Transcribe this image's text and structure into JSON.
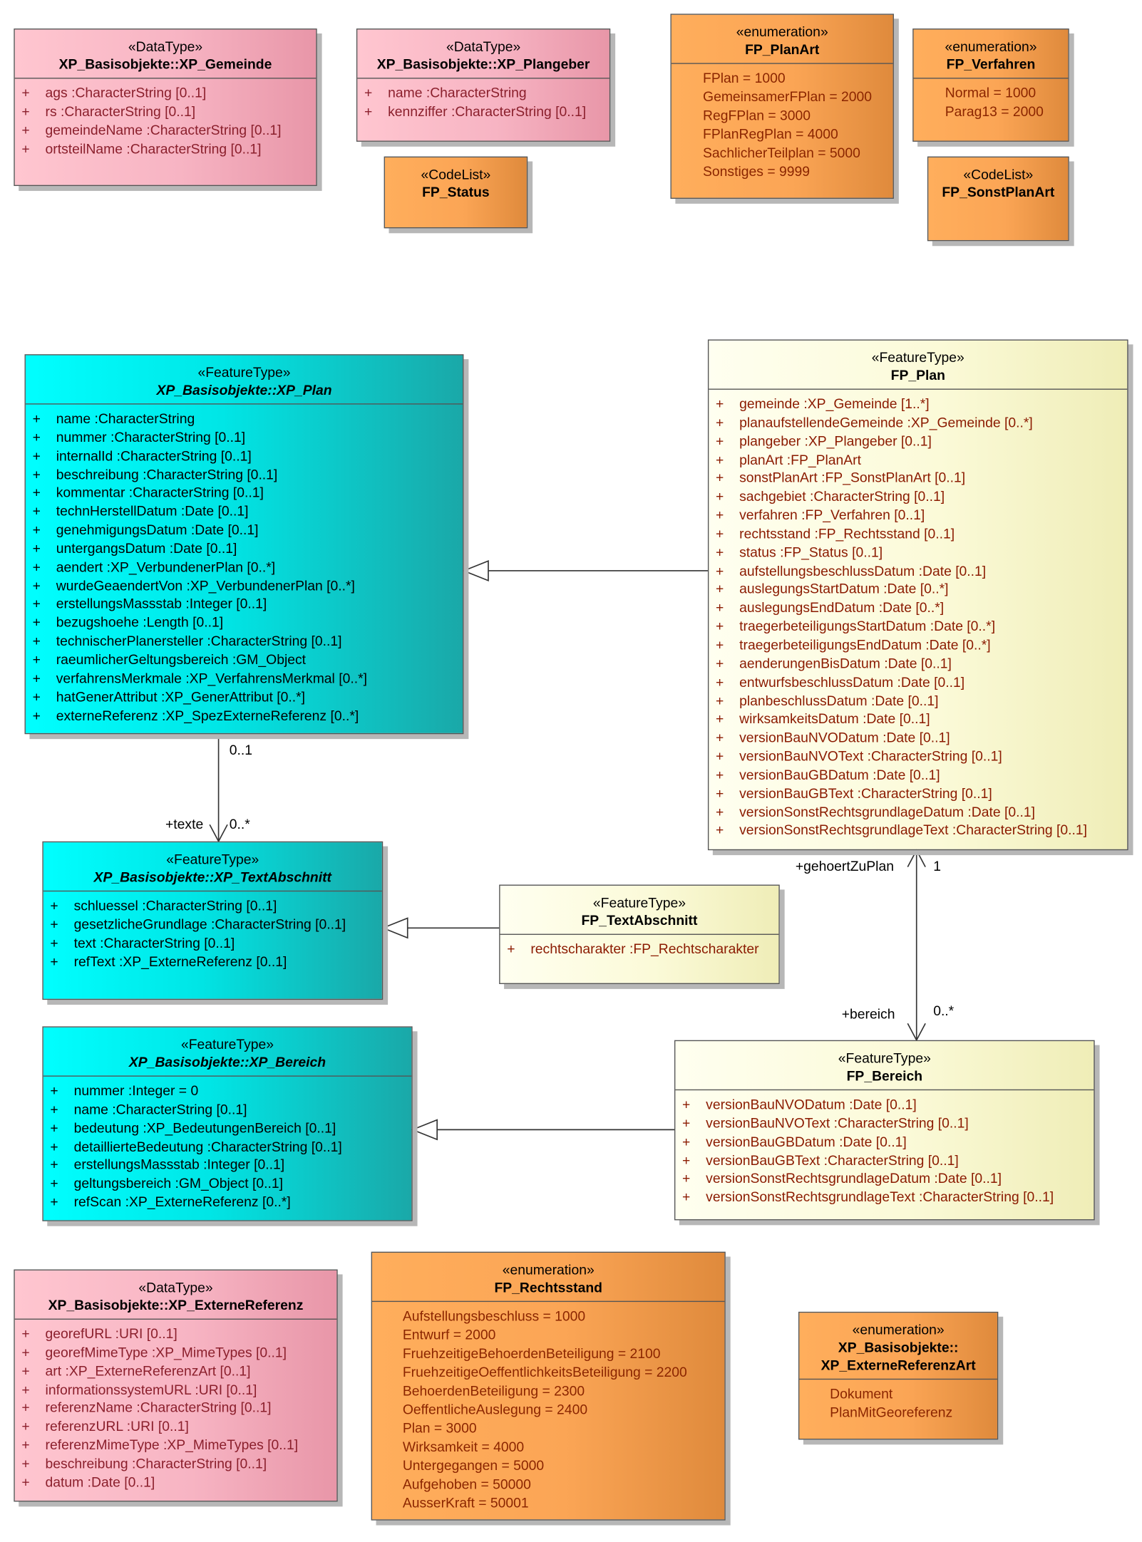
{
  "classes": {
    "xp_gemeinde": {
      "stereotype": "«DataType»",
      "name": "XP_Basisobjekte::XP_Gemeinde",
      "attributes": [
        "ags  :CharacterString [0..1]",
        "rs  :CharacterString [0..1]",
        "gemeindeName  :CharacterString [0..1]",
        "ortsteilName  :CharacterString [0..1]"
      ]
    },
    "xp_plangeber": {
      "stereotype": "«DataType»",
      "name": "XP_Basisobjekte::XP_Plangeber",
      "attributes": [
        "name  :CharacterString",
        "kennziffer  :CharacterString [0..1]"
      ]
    },
    "fp_planart": {
      "stereotype": "«enumeration»",
      "name": "FP_PlanArt",
      "literals": [
        "FPlan = 1000",
        "GemeinsamerFPlan = 2000",
        "RegFPlan = 3000",
        "FPlanRegPlan = 4000",
        "SachlicherTeilplan = 5000",
        "Sonstiges = 9999"
      ]
    },
    "fp_verfahren": {
      "stereotype": "«enumeration»",
      "name": "FP_Verfahren",
      "literals": [
        "Normal = 1000",
        "Parag13 = 2000"
      ]
    },
    "fp_status": {
      "stereotype": "«CodeList»",
      "name": "FP_Status"
    },
    "fp_sonstplanart": {
      "stereotype": "«CodeList»",
      "name": "FP_SonstPlanArt"
    },
    "xp_plan": {
      "stereotype": "«FeatureType»",
      "name": "XP_Basisobjekte::XP_Plan",
      "attributes": [
        "name  :CharacterString",
        "nummer  :CharacterString [0..1]",
        "internalId  :CharacterString [0..1]",
        "beschreibung  :CharacterString [0..1]",
        "kommentar  :CharacterString [0..1]",
        "technHerstellDatum  :Date [0..1]",
        "genehmigungsDatum  :Date [0..1]",
        "untergangsDatum  :Date [0..1]",
        "aendert  :XP_VerbundenerPlan [0..*]",
        "wurdeGeaendertVon  :XP_VerbundenerPlan [0..*]",
        "erstellungsMassstab  :Integer [0..1]",
        "bezugshoehe  :Length [0..1]",
        "technischerPlanersteller  :CharacterString [0..1]",
        "raeumlicherGeltungsbereich  :GM_Object",
        "verfahrensMerkmale  :XP_VerfahrensMerkmal [0..*]",
        "hatGenerAttribut  :XP_GenerAttribut [0..*]",
        "externeReferenz  :XP_SpezExterneReferenz [0..*]"
      ]
    },
    "fp_plan": {
      "stereotype": "«FeatureType»",
      "name": "FP_Plan",
      "attributes": [
        "gemeinde  :XP_Gemeinde [1..*]",
        "planaufstellendeGemeinde  :XP_Gemeinde [0..*]",
        "plangeber  :XP_Plangeber [0..1]",
        "planArt  :FP_PlanArt",
        "sonstPlanArt  :FP_SonstPlanArt [0..1]",
        "sachgebiet  :CharacterString [0..1]",
        "verfahren  :FP_Verfahren [0..1]",
        "rechtsstand  :FP_Rechtsstand [0..1]",
        "status  :FP_Status [0..1]",
        "aufstellungsbeschlussDatum  :Date [0..1]",
        "auslegungsStartDatum  :Date [0..*]",
        "auslegungsEndDatum  :Date [0..*]",
        "traegerbeteiligungsStartDatum  :Date [0..*]",
        "traegerbeteiligungsEndDatum  :Date [0..*]",
        "aenderungenBisDatum  :Date [0..1]",
        "entwurfsbeschlussDatum  :Date [0..1]",
        "planbeschlussDatum  :Date [0..1]",
        "wirksamkeitsDatum  :Date [0..1]",
        "versionBauNVODatum  :Date [0..1]",
        "versionBauNVOText  :CharacterString [0..1]",
        "versionBauGBDatum  :Date [0..1]",
        "versionBauGBText  :CharacterString [0..1]",
        "versionSonstRechtsgrundlageDatum  :Date [0..1]",
        "versionSonstRechtsgrundlageText  :CharacterString [0..1]"
      ]
    },
    "xp_textabschnitt": {
      "stereotype": "«FeatureType»",
      "name": "XP_Basisobjekte::XP_TextAbschnitt",
      "attributes": [
        "schluessel  :CharacterString [0..1]",
        "gesetzlicheGrundlage  :CharacterString [0..1]",
        "text  :CharacterString [0..1]",
        "refText  :XP_ExterneReferenz [0..1]"
      ]
    },
    "fp_textabschnitt": {
      "stereotype": "«FeatureType»",
      "name": "FP_TextAbschnitt",
      "attributes": [
        "rechtscharakter  :FP_Rechtscharakter"
      ]
    },
    "xp_bereich": {
      "stereotype": "«FeatureType»",
      "name": "XP_Basisobjekte::XP_Bereich",
      "attributes": [
        "nummer  :Integer = 0",
        "name  :CharacterString [0..1]",
        "bedeutung  :XP_BedeutungenBereich [0..1]",
        "detaillierteBedeutung  :CharacterString [0..1]",
        "erstellungsMassstab  :Integer [0..1]",
        "geltungsbereich  :GM_Object [0..1]",
        "refScan  :XP_ExterneReferenz [0..*]"
      ]
    },
    "fp_bereich": {
      "stereotype": "«FeatureType»",
      "name": "FP_Bereich",
      "attributes": [
        "versionBauNVODatum  :Date [0..1]",
        "versionBauNVOText  :CharacterString [0..1]",
        "versionBauGBDatum  :Date [0..1]",
        "versionBauGBText  :CharacterString [0..1]",
        "versionSonstRechtsgrundlageDatum  :Date [0..1]",
        "versionSonstRechtsgrundlageText  :CharacterString [0..1]"
      ]
    },
    "xp_externereferenz": {
      "stereotype": "«DataType»",
      "name": "XP_Basisobjekte::XP_ExterneReferenz",
      "attributes": [
        "georefURL  :URI [0..1]",
        "georefMimeType  :XP_MimeTypes [0..1]",
        "art  :XP_ExterneReferenzArt [0..1]",
        "informationssystemURL  :URI [0..1]",
        "referenzName  :CharacterString [0..1]",
        "referenzURL  :URI [0..1]",
        "referenzMimeType  :XP_MimeTypes [0..1]",
        "beschreibung  :CharacterString [0..1]",
        "datum  :Date [0..1]"
      ]
    },
    "fp_rechtsstand": {
      "stereotype": "«enumeration»",
      "name": "FP_Rechtsstand",
      "literals": [
        "Aufstellungsbeschluss = 1000",
        "Entwurf = 2000",
        "FruehzeitigeBehoerdenBeteiligung = 2100",
        "FruehzeitigeOeffentlichkeitsBeteiligung = 2200",
        "BehoerdenBeteiligung = 2300",
        "OeffentlicheAuslegung = 2400",
        "Plan = 3000",
        "Wirksamkeit = 4000",
        "Untergegangen = 5000",
        "Aufgehoben = 50000",
        "AusserKraft = 50001"
      ]
    },
    "xp_externereferenzart": {
      "stereotype": "«enumeration»",
      "name_line1": "XP_Basisobjekte::",
      "name_line2": "XP_ExterneReferenzArt",
      "literals": [
        "Dokument",
        "PlanMitGeoreferenz"
      ]
    }
  },
  "association_labels": {
    "xp_plan_end_multiplicity": "0..1",
    "texte_role": "+texte",
    "texte_multiplicity": "0..*",
    "gehoertzuplan_role": "+gehoertZuPlan",
    "gehoertzuplan_multiplicity": "1",
    "bereich_role": "+bereich",
    "bereich_multiplicity": "0..*"
  },
  "visibility_symbol": "+"
}
